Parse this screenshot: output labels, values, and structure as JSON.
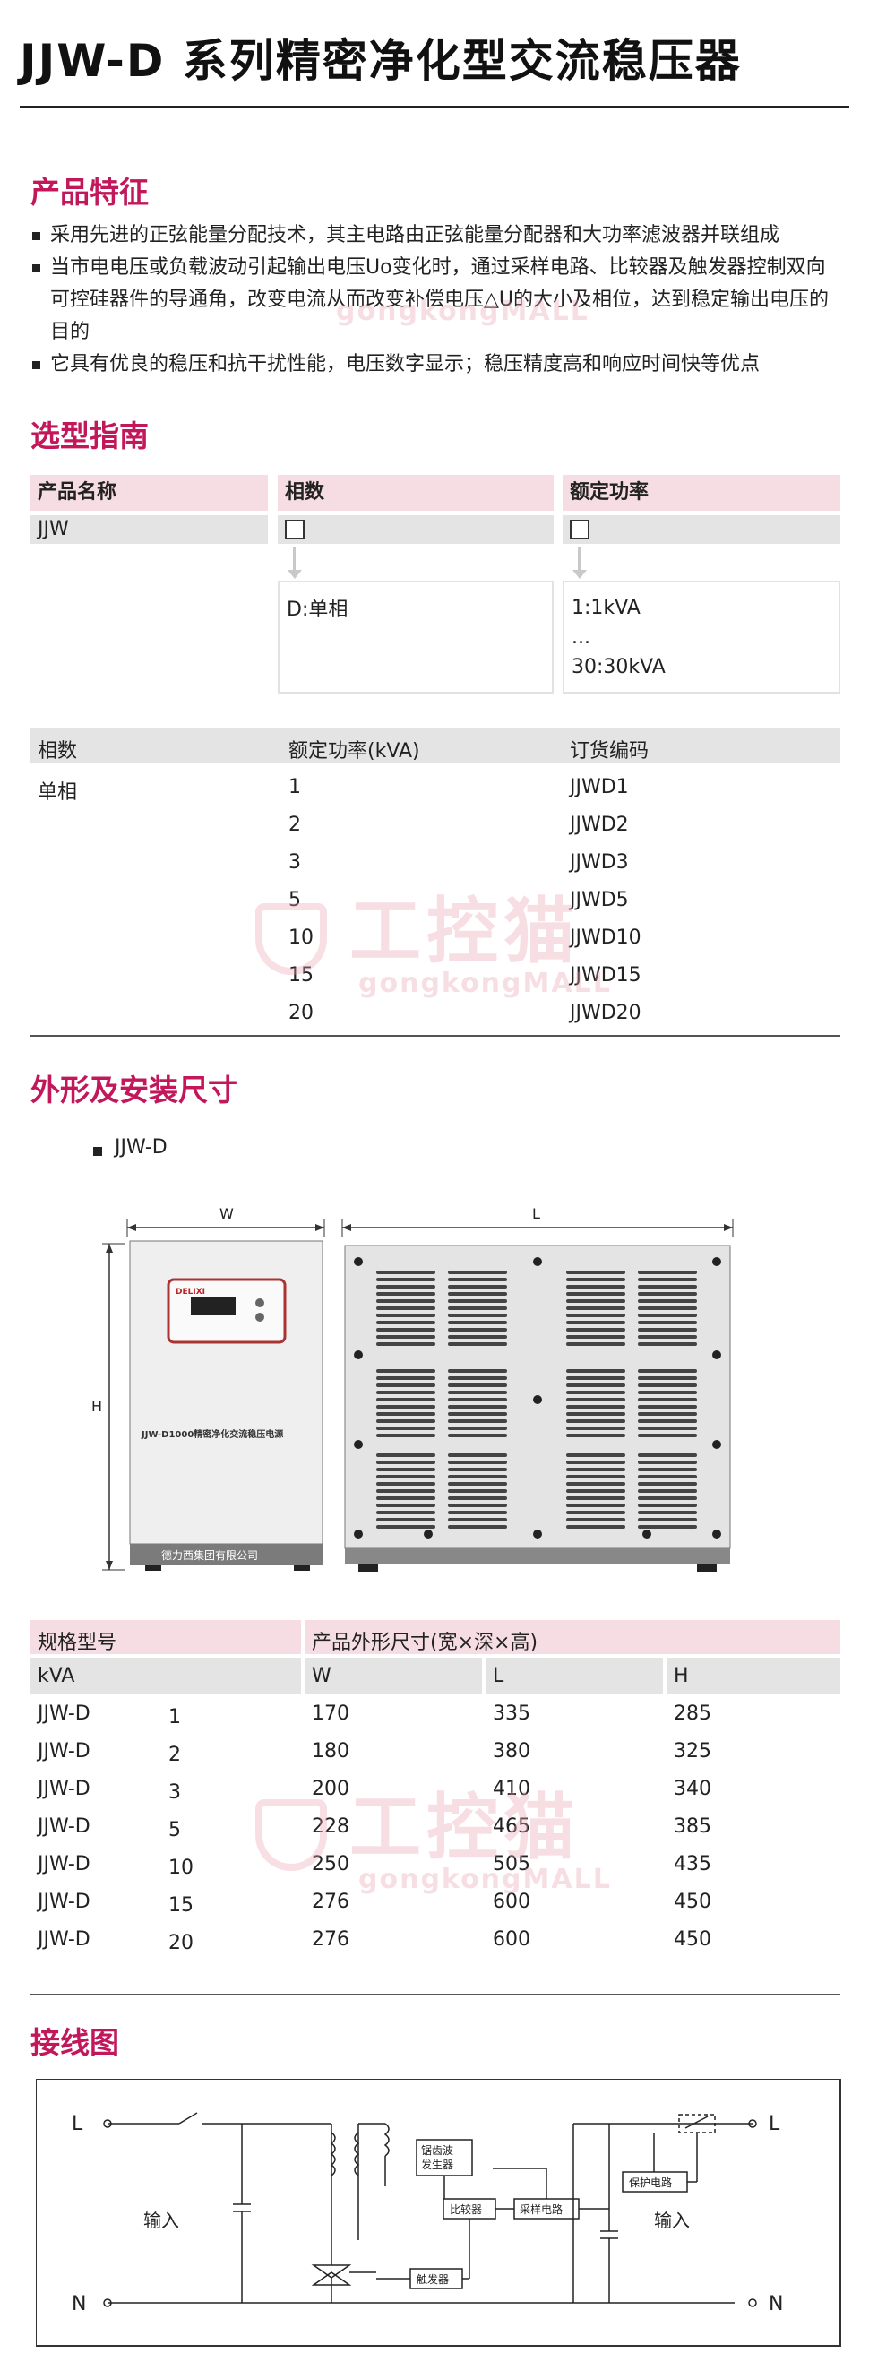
{
  "title": "JJW-D 系列精密净化型交流稳压器",
  "features": {
    "heading": "产品特征",
    "items": [
      "采用先进的正弦能量分配技术，其主电路由正弦能量分配器和大功率滤波器并联组成",
      "当市电电压或负载波动引起输出电压Uo变化时，通过采样电路、比较器及触发器控制双向可控硅器件的导通角，改变电流从而改变补偿电压△U的大小及相位，达到稳定输出电压的目的",
      "它具有优良的稳压和抗干扰性能，电压数字显示；稳压精度高和响应时间快等优点"
    ]
  },
  "selection": {
    "heading": "选型指南",
    "columns": [
      "产品名称",
      "相数",
      "额定功率"
    ],
    "name_value": "JJW",
    "phase_options": [
      "D:单相"
    ],
    "power_options": [
      "1:1kVA",
      "...",
      "30:30kVA"
    ]
  },
  "order_table": {
    "headers": [
      "相数",
      "额定功率(kVA)",
      "订货编码"
    ],
    "phase": "单相",
    "rows": [
      {
        "power": "1",
        "code": "JJWD1"
      },
      {
        "power": "2",
        "code": "JJWD2"
      },
      {
        "power": "3",
        "code": "JJWD3"
      },
      {
        "power": "5",
        "code": "JJWD5"
      },
      {
        "power": "10",
        "code": "JJWD10"
      },
      {
        "power": "15",
        "code": "JJWD15"
      },
      {
        "power": "20",
        "code": "JJWD20"
      }
    ]
  },
  "dimensions": {
    "heading": "外形及安装尺寸",
    "model_label": "JJW-D",
    "drawing": {
      "w_label": "W",
      "l_label": "L",
      "h_label": "H",
      "panel_brand": "DELIXI",
      "panel_caption": "JJW-D1000精密净化交流稳压电源",
      "base_caption": "德力西集团有限公司"
    },
    "header1": [
      "规格型号",
      "产品外形尺寸(宽×深×高)"
    ],
    "header2": [
      "kVA",
      "W",
      "L",
      "H"
    ],
    "rows": [
      {
        "model": "JJW-D",
        "kva": "1",
        "w": "170",
        "l": "335",
        "h": "285"
      },
      {
        "model": "JJW-D",
        "kva": "2",
        "w": "180",
        "l": "380",
        "h": "325"
      },
      {
        "model": "JJW-D",
        "kva": "3",
        "w": "200",
        "l": "410",
        "h": "340"
      },
      {
        "model": "JJW-D",
        "kva": "5",
        "w": "228",
        "l": "465",
        "h": "385"
      },
      {
        "model": "JJW-D",
        "kva": "10",
        "w": "250",
        "l": "505",
        "h": "435"
      },
      {
        "model": "JJW-D",
        "kva": "15",
        "w": "276",
        "l": "600",
        "h": "450"
      },
      {
        "model": "JJW-D",
        "kva": "20",
        "w": "276",
        "l": "600",
        "h": "450"
      }
    ]
  },
  "wiring": {
    "heading": "接线图",
    "l_left": "L",
    "n_left": "N",
    "l_right": "L",
    "n_right": "N",
    "input_left": "输入",
    "input_right": "输入",
    "sawtooth_line1": "锯齿波",
    "sawtooth_line2": "发生器",
    "comparator": "比较器",
    "sampling": "采样电路",
    "trigger": "触发器",
    "protection": "保护电路"
  },
  "watermark": {
    "cn": "工控猫",
    "en": "gongkongMALL"
  }
}
